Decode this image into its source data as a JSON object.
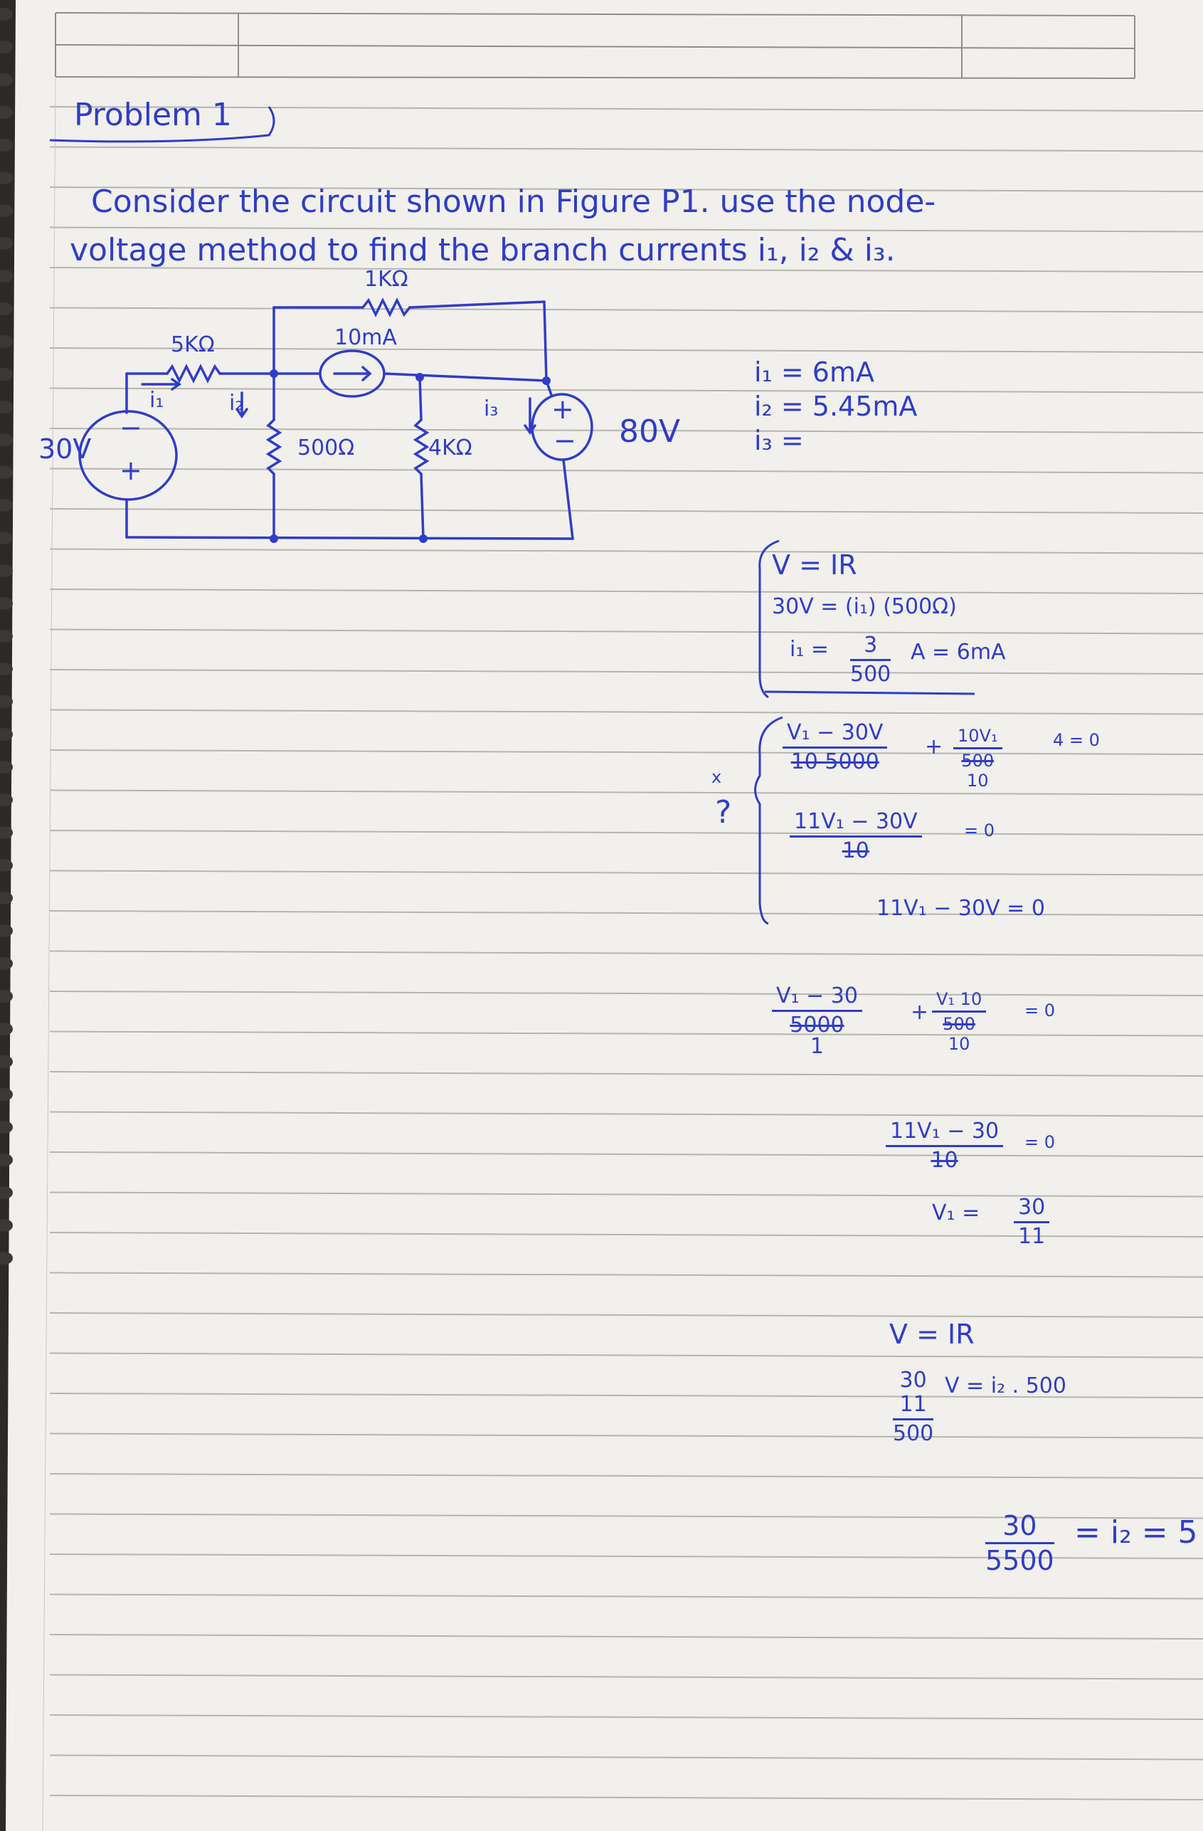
{
  "problem": {
    "heading": "Problem 1",
    "statement_line1": "Consider the circuit shown in Figure P1. use the node-",
    "statement_line2": "voltage method to find the branch currents i₁, i₂ & i₃."
  },
  "circuit": {
    "r_top": "1KΩ",
    "r_left": "5KΩ",
    "current_source": "10mA",
    "r_mid1": "500Ω",
    "r_mid2": "4KΩ",
    "v_left": "30V",
    "v_right": "80V",
    "i1_label": "i₁",
    "i2_label": "i₂",
    "i3_label": "i₃",
    "minus": "−",
    "plus": "+"
  },
  "answers": {
    "i1": "i₁ = 6mA",
    "i2": "i₂ = 5.45mA",
    "i3": "i₃ ="
  },
  "work": {
    "ohm1": "V = IR",
    "ohm1_sub": "30V = (i₁) (500Ω)",
    "i1_lhs": "i₁ =",
    "i1_num": "3",
    "i1_den": "500",
    "i1_rhs": "A = 6mA",
    "eq1_num": "V₁ − 30V",
    "eq1_den": "10 5000",
    "eq1_plus": "+",
    "eq1_num2": "10V₁",
    "eq1_den2": "500",
    "eq1_den2b": "10",
    "eq1_rhs": "4 = 0",
    "side_x": "x",
    "side_q": "?",
    "eq2_num": "11V₁ − 30V",
    "eq2_den": "10",
    "eq2_rhs": "= 0",
    "eq3": "11V₁ − 30V = 0",
    "eq4_num": "V₁ − 30",
    "eq4_den": "5000",
    "eq4_den_b": "1",
    "eq4_plus": "+",
    "eq4_num2": "V₁ 10",
    "eq4_den2": "500",
    "eq4_den2b": "10",
    "eq4_rhs": "= 0",
    "eq5_num": "11V₁ − 30",
    "eq5_den": "10",
    "eq5_rhs": "= 0",
    "v1_lhs": "V₁ =",
    "v1_num": "30",
    "v1_den": "11",
    "ohm2": "V = IR",
    "ohm2_num": "30",
    "ohm2_mid": "11",
    "ohm2_rhs": "V = i₂ . 500",
    "ohm2_den": "500",
    "final_num": "30",
    "final_den": "5500",
    "final_rhs": "= i₂ = 5"
  },
  "colors": {
    "ink": "#2f3dc8",
    "paper": "#f2f1ee",
    "rule": "#b9b7b2"
  }
}
